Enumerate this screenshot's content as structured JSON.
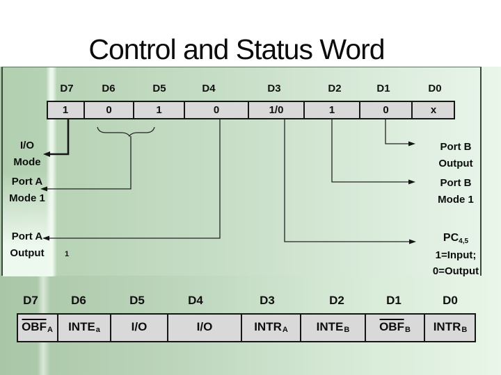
{
  "slide": {
    "title": "Control and Status Word"
  },
  "register": {
    "bit_labels": [
      "D7",
      "D6",
      "D5",
      "D4",
      "D3",
      "D2",
      "D1",
      "D0"
    ],
    "bit_values": [
      "1",
      "0",
      "1",
      "0",
      "1/0",
      "1",
      "0",
      "x"
    ]
  },
  "annotations": {
    "left": [
      {
        "lines": [
          "I/O",
          "Mode"
        ]
      },
      {
        "lines": [
          "Port A",
          "Mode 1"
        ]
      },
      {
        "lines": [
          "Port A",
          "Output"
        ]
      }
    ],
    "right": [
      {
        "lines": [
          "Port B",
          "Output"
        ]
      },
      {
        "lines": [
          "Port B",
          "Mode 1"
        ]
      }
    ],
    "pc": {
      "text": "PC",
      "subscript": "4,5"
    },
    "pc_legend": [
      "1=Input;",
      "0=Output"
    ],
    "stray": "1"
  },
  "status_table": {
    "bit_labels": [
      "D7",
      "D6",
      "D5",
      "D4",
      "D3",
      "D2",
      "D1",
      "D0"
    ],
    "cells": [
      {
        "text": "OBF",
        "sub": "A",
        "overline": true
      },
      {
        "text": "INTE",
        "sub": "a",
        "overline": false
      },
      {
        "text": "I/O",
        "sub": "",
        "overline": false
      },
      {
        "text": "I/O",
        "sub": "",
        "overline": false
      },
      {
        "text": "INTR",
        "sub": "A",
        "overline": false
      },
      {
        "text": "INTE",
        "sub": "B",
        "overline": false
      },
      {
        "text": "OBF",
        "sub": "B",
        "overline": true
      },
      {
        "text": "INTR",
        "sub": "B",
        "overline": false
      }
    ]
  },
  "colors": {
    "background_left": "#a9c6a7",
    "background_right": "#e9f6e9",
    "cell_fill": "#d9d9d9",
    "line": "#111111"
  }
}
